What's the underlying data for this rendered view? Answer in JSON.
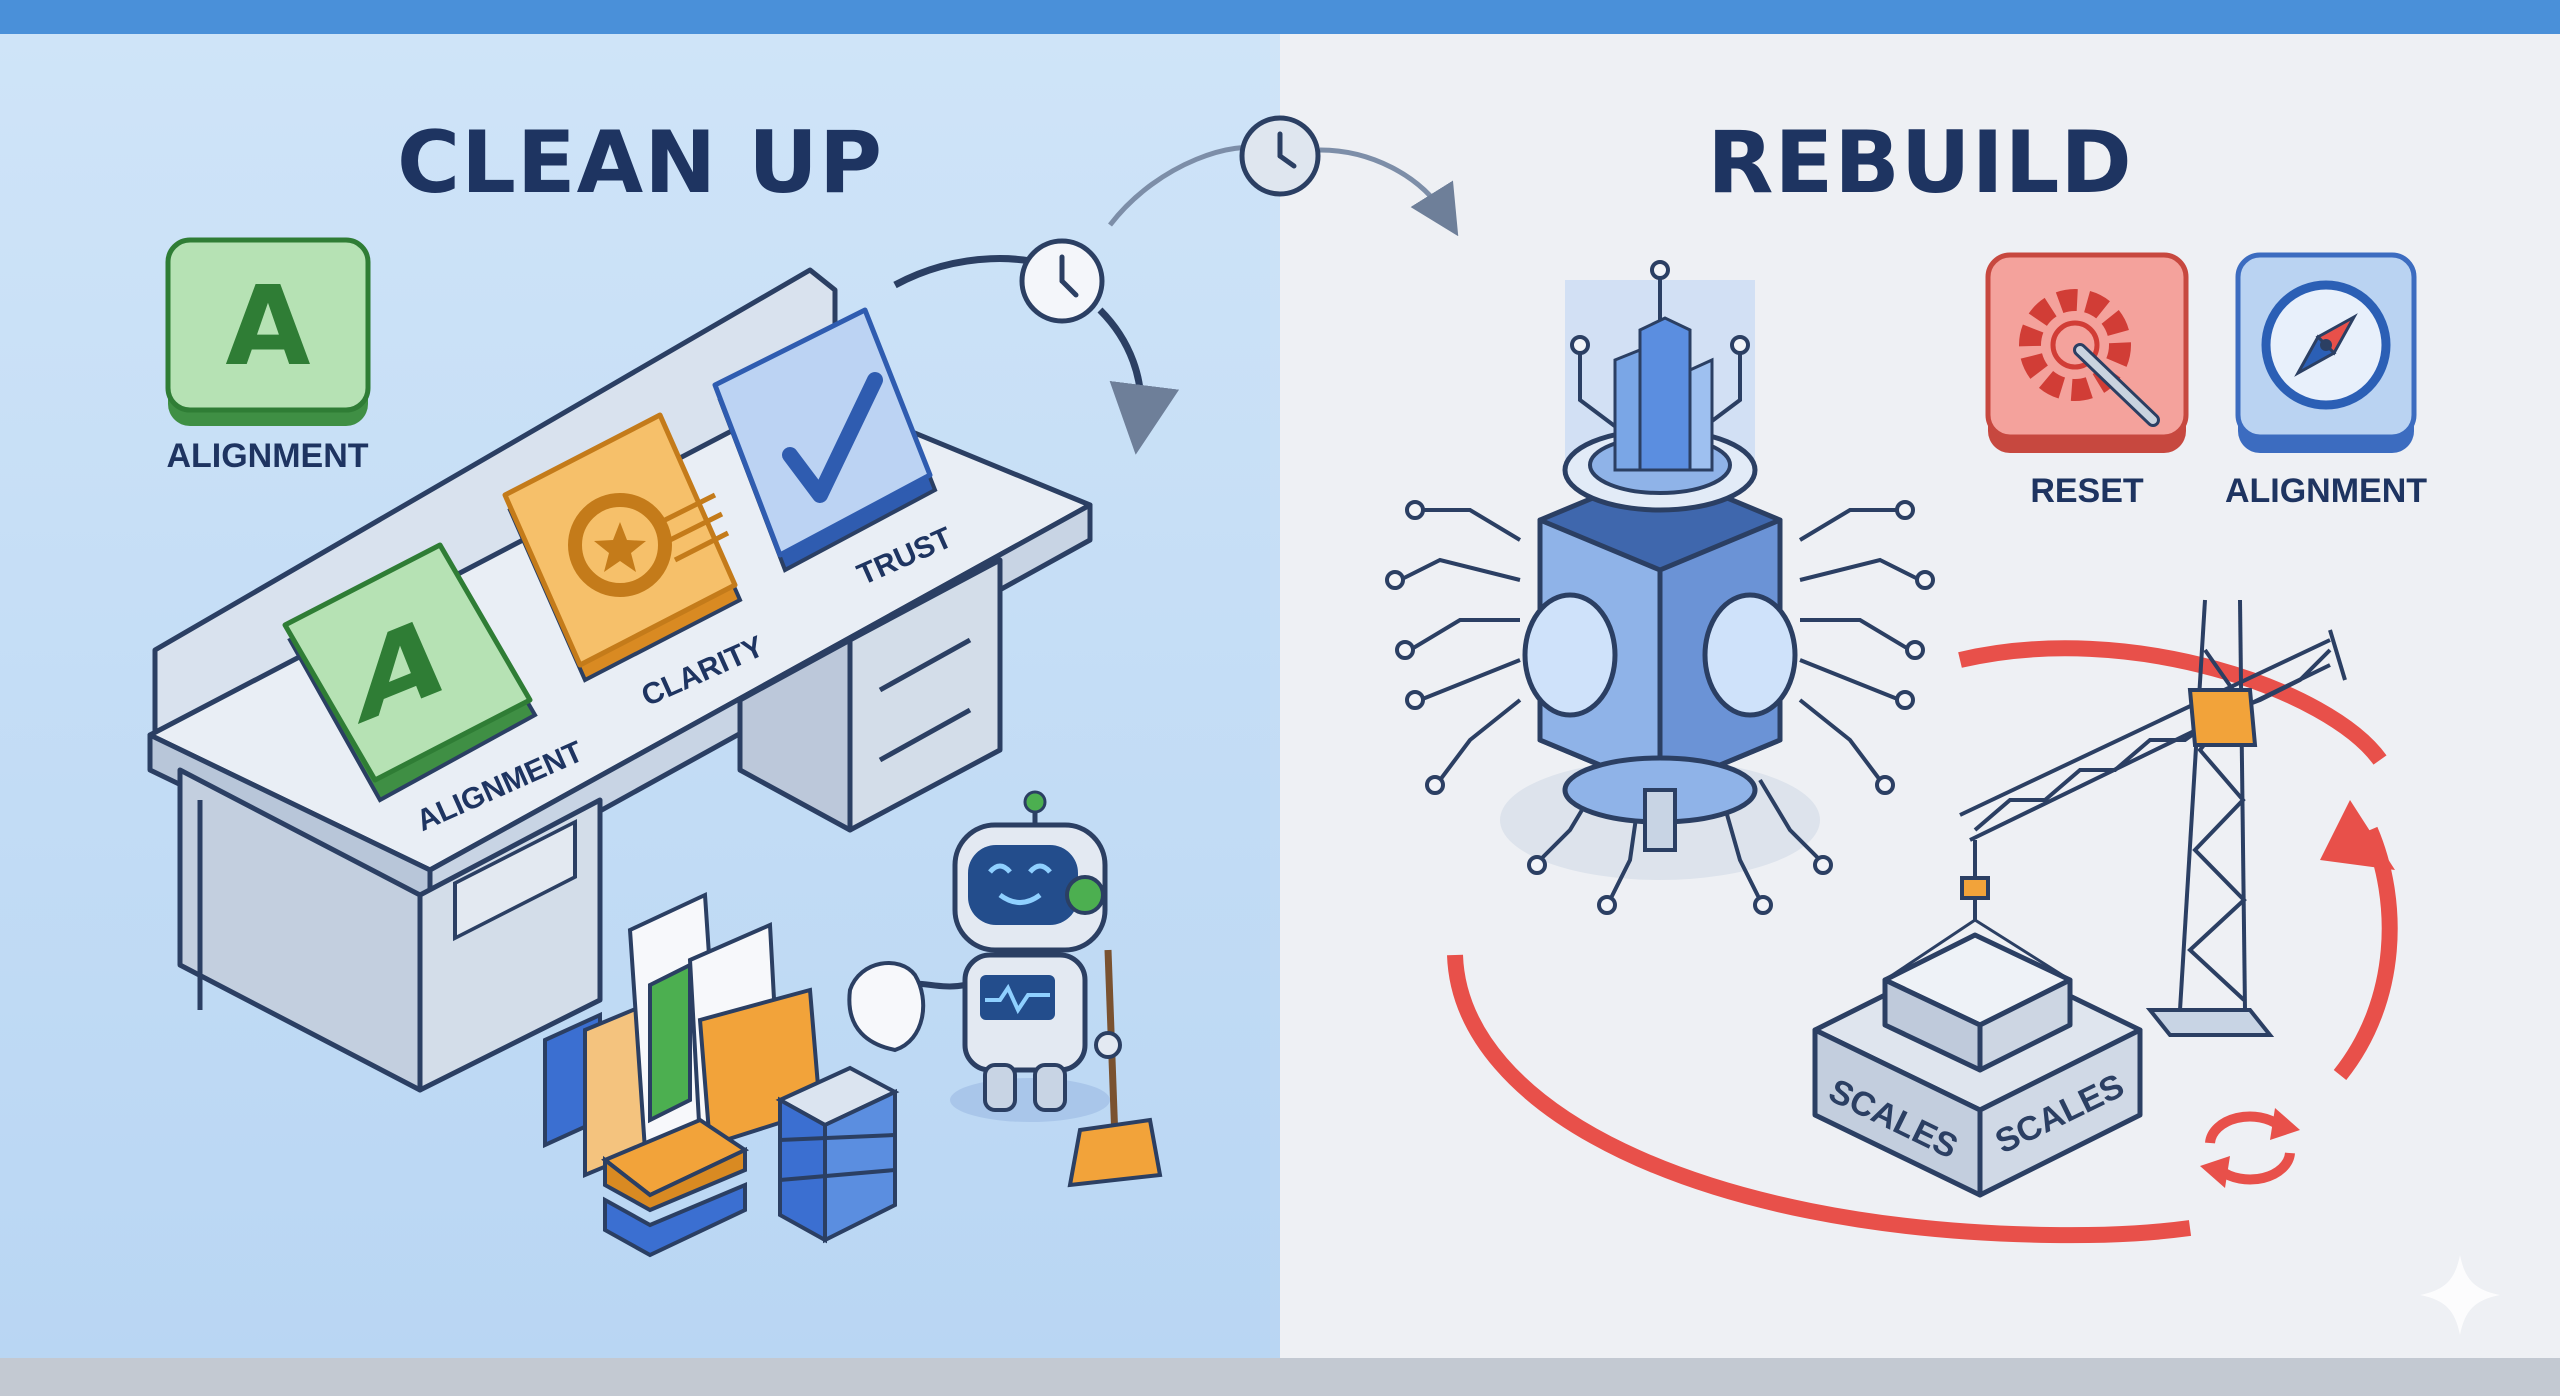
{
  "left": {
    "title": "CLEAN UP",
    "icon_label": "ALIGNMENT",
    "desk_labels": {
      "alignment": "ALIGNMENT",
      "clarity": "CLARITY",
      "trust": "TRUST"
    },
    "tile_letters": {
      "alignment": "A",
      "badge": "A"
    }
  },
  "right": {
    "title": "REBUILD",
    "icons": [
      {
        "label": "RESET",
        "icon": "gear-wrench-icon",
        "color": "#f28b86"
      },
      {
        "label": "ALIGNMENT",
        "icon": "compass-icon",
        "color": "#a9c8ee"
      }
    ],
    "block_labels": [
      "SCALES",
      "SCALES"
    ]
  },
  "colors": {
    "top_bar": "#4a90d9",
    "left_bg": "#c6def6",
    "right_bg": "#eef0f4",
    "title": "#1e3461",
    "green": "#4caf50",
    "orange": "#f2a33a",
    "blue": "#3b6fd1",
    "red": "#e8504a"
  }
}
